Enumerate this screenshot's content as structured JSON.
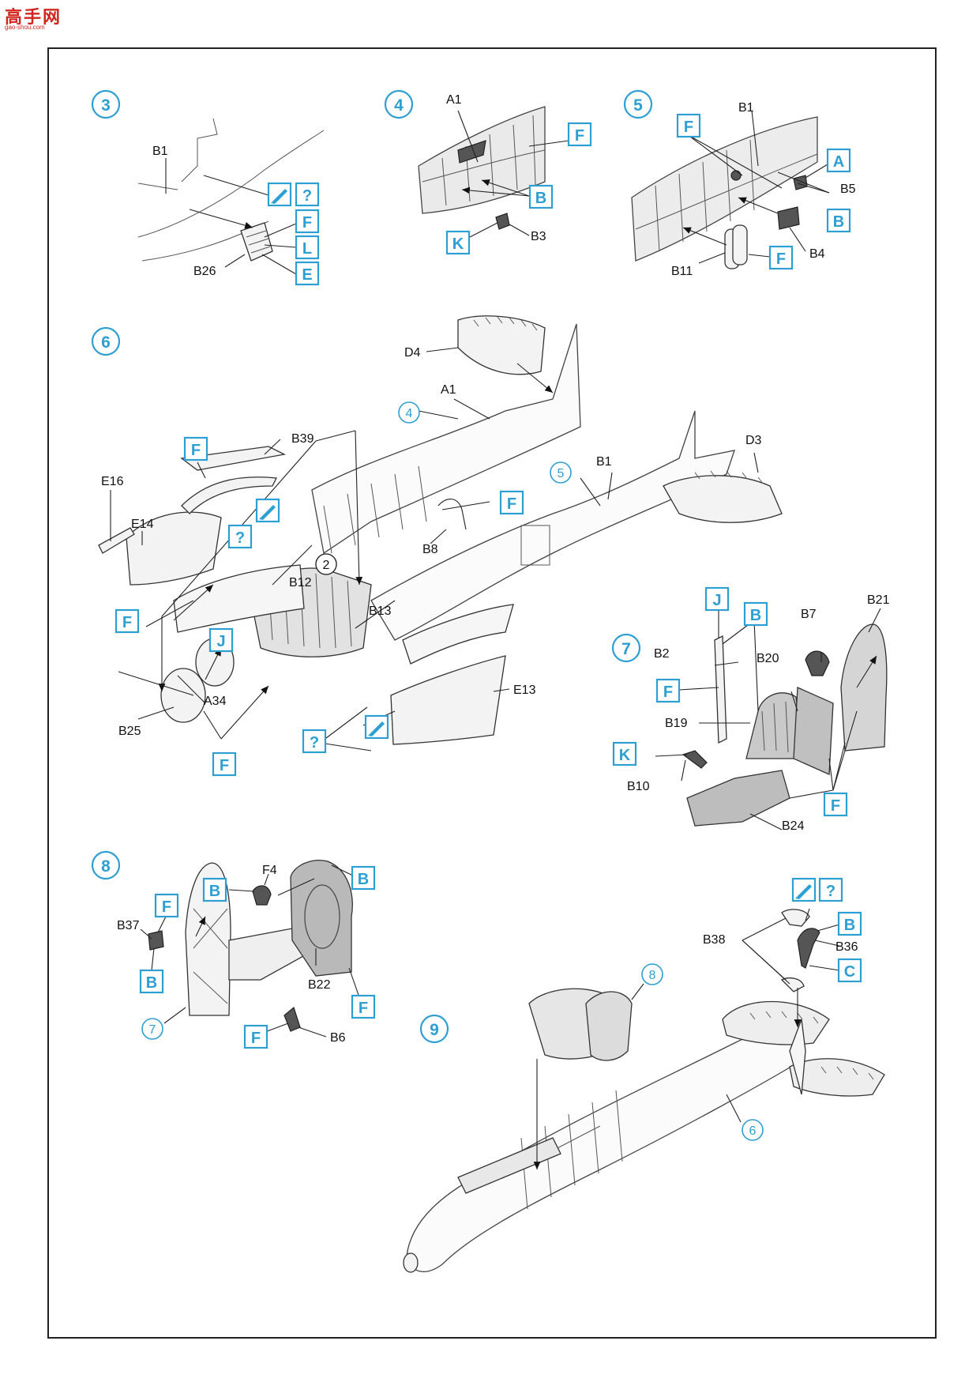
{
  "logo": {
    "main": "高手网",
    "sub": "gao-shou.com"
  },
  "steps": [
    "3",
    "4",
    "5",
    "6",
    "7",
    "8",
    "9"
  ],
  "step3": {
    "parts": [
      "B1",
      "B26"
    ],
    "boxes": [
      "?",
      "F",
      "L",
      "E"
    ]
  },
  "step4": {
    "parts": [
      "A1",
      "B3"
    ],
    "boxes": [
      "F",
      "B",
      "K"
    ]
  },
  "step5": {
    "parts": [
      "B1",
      "B5",
      "B4",
      "B11"
    ],
    "boxes": [
      "F",
      "A",
      "B",
      "F"
    ]
  },
  "step6": {
    "parts": [
      "D4",
      "A1",
      "B39",
      "E16",
      "E14",
      "B12",
      "B13",
      "A34",
      "B25",
      "B8",
      "B1",
      "D3",
      "E13"
    ],
    "refs": [
      "4",
      "5",
      "2"
    ],
    "boxes": [
      "F",
      "?",
      "J",
      "F",
      "F",
      "F",
      "?"
    ]
  },
  "step7": {
    "parts": [
      "B2",
      "B20",
      "B7",
      "B21",
      "B19",
      "B10",
      "B24"
    ],
    "boxes": [
      "J",
      "B",
      "F",
      "K",
      "F"
    ]
  },
  "step8": {
    "parts": [
      "B37",
      "F4",
      "B22",
      "B6"
    ],
    "refs": [
      "7"
    ],
    "boxes": [
      "F",
      "B",
      "B",
      "B",
      "F",
      "F"
    ]
  },
  "step9": {
    "parts": [
      "B38",
      "B36"
    ],
    "refs": [
      "8",
      "6"
    ],
    "boxes": [
      "?",
      "B",
      "C"
    ]
  }
}
